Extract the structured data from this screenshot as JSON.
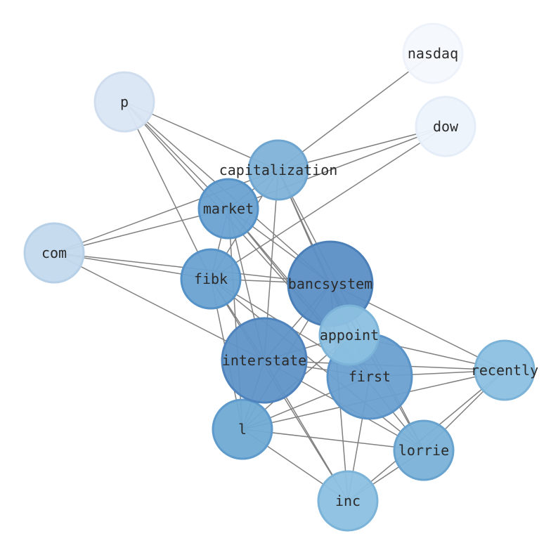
{
  "graph": {
    "nodes": [
      {
        "id": "nasdaq",
        "label": "nasdaq",
        "fill": "#f4f8fd",
        "stroke": "#eef3fb"
      },
      {
        "id": "p",
        "label": "p",
        "fill": "#dae6f4",
        "stroke": "#cfddef"
      },
      {
        "id": "dow",
        "label": "dow",
        "fill": "#edf3fc",
        "stroke": "#e5edf9"
      },
      {
        "id": "capitalization",
        "label": "capitalization",
        "fill": "#7fb2d8",
        "stroke": "#6ea6d1"
      },
      {
        "id": "market",
        "label": "market",
        "fill": "#6aa2d2",
        "stroke": "#5592c8"
      },
      {
        "id": "com",
        "label": "com",
        "fill": "#c3d9ec",
        "stroke": "#b6d0e8"
      },
      {
        "id": "fibk",
        "label": "fibk",
        "fill": "#6aa2d2",
        "stroke": "#5592c8"
      },
      {
        "id": "bancsystem",
        "label": "bancsystem",
        "fill": "#5b8fc5",
        "stroke": "#4a7fb8"
      },
      {
        "id": "appoint",
        "label": "appoint",
        "fill": "#8cc0e0",
        "stroke": "#7cb4d9"
      },
      {
        "id": "interstate",
        "label": "interstate",
        "fill": "#6093c8",
        "stroke": "#4e83bd"
      },
      {
        "id": "first",
        "label": "first",
        "fill": "#6aa0d0",
        "stroke": "#5a93c7"
      },
      {
        "id": "recently",
        "label": "recently",
        "fill": "#8cc0e0",
        "stroke": "#7bb2d8"
      },
      {
        "id": "l",
        "label": "l",
        "fill": "#70aad4",
        "stroke": "#5e9bcc"
      },
      {
        "id": "lorrie",
        "label": "lorrie",
        "fill": "#7ab2d8",
        "stroke": "#68a3cf"
      },
      {
        "id": "inc",
        "label": "inc",
        "fill": "#8cc0e0",
        "stroke": "#7cb4d9"
      }
    ],
    "edges": [
      [
        "nasdaq",
        "capitalization"
      ],
      [
        "dow",
        "capitalization"
      ],
      [
        "dow",
        "market"
      ],
      [
        "dow",
        "fibk"
      ],
      [
        "p",
        "capitalization"
      ],
      [
        "p",
        "market"
      ],
      [
        "p",
        "bancsystem"
      ],
      [
        "p",
        "fibk"
      ],
      [
        "p",
        "first"
      ],
      [
        "capitalization",
        "com"
      ],
      [
        "capitalization",
        "market"
      ],
      [
        "capitalization",
        "fibk"
      ],
      [
        "capitalization",
        "bancsystem"
      ],
      [
        "capitalization",
        "interstate"
      ],
      [
        "capitalization",
        "first"
      ],
      [
        "capitalization",
        "lorrie"
      ],
      [
        "market",
        "com"
      ],
      [
        "market",
        "fibk"
      ],
      [
        "market",
        "bancsystem"
      ],
      [
        "market",
        "interstate"
      ],
      [
        "market",
        "first"
      ],
      [
        "market",
        "l"
      ],
      [
        "market",
        "lorrie"
      ],
      [
        "com",
        "fibk"
      ],
      [
        "com",
        "bancsystem"
      ],
      [
        "com",
        "interstate"
      ],
      [
        "fibk",
        "bancsystem"
      ],
      [
        "fibk",
        "interstate"
      ],
      [
        "fibk",
        "first"
      ],
      [
        "fibk",
        "l"
      ],
      [
        "fibk",
        "lorrie"
      ],
      [
        "fibk",
        "inc"
      ],
      [
        "bancsystem",
        "interstate"
      ],
      [
        "bancsystem",
        "first"
      ],
      [
        "bancsystem",
        "recently"
      ],
      [
        "bancsystem",
        "l"
      ],
      [
        "bancsystem",
        "lorrie"
      ],
      [
        "bancsystem",
        "inc"
      ],
      [
        "appoint",
        "recently"
      ],
      [
        "appoint",
        "l"
      ],
      [
        "interstate",
        "appoint"
      ],
      [
        "interstate",
        "first"
      ],
      [
        "interstate",
        "recently"
      ],
      [
        "interstate",
        "l"
      ],
      [
        "interstate",
        "lorrie"
      ],
      [
        "interstate",
        "inc"
      ],
      [
        "first",
        "recently"
      ],
      [
        "first",
        "l"
      ],
      [
        "first",
        "inc"
      ],
      [
        "recently",
        "l"
      ],
      [
        "recently",
        "lorrie"
      ],
      [
        "recently",
        "inc"
      ],
      [
        "l",
        "lorrie"
      ],
      [
        "l",
        "inc"
      ],
      [
        "lorrie",
        "inc"
      ]
    ]
  }
}
